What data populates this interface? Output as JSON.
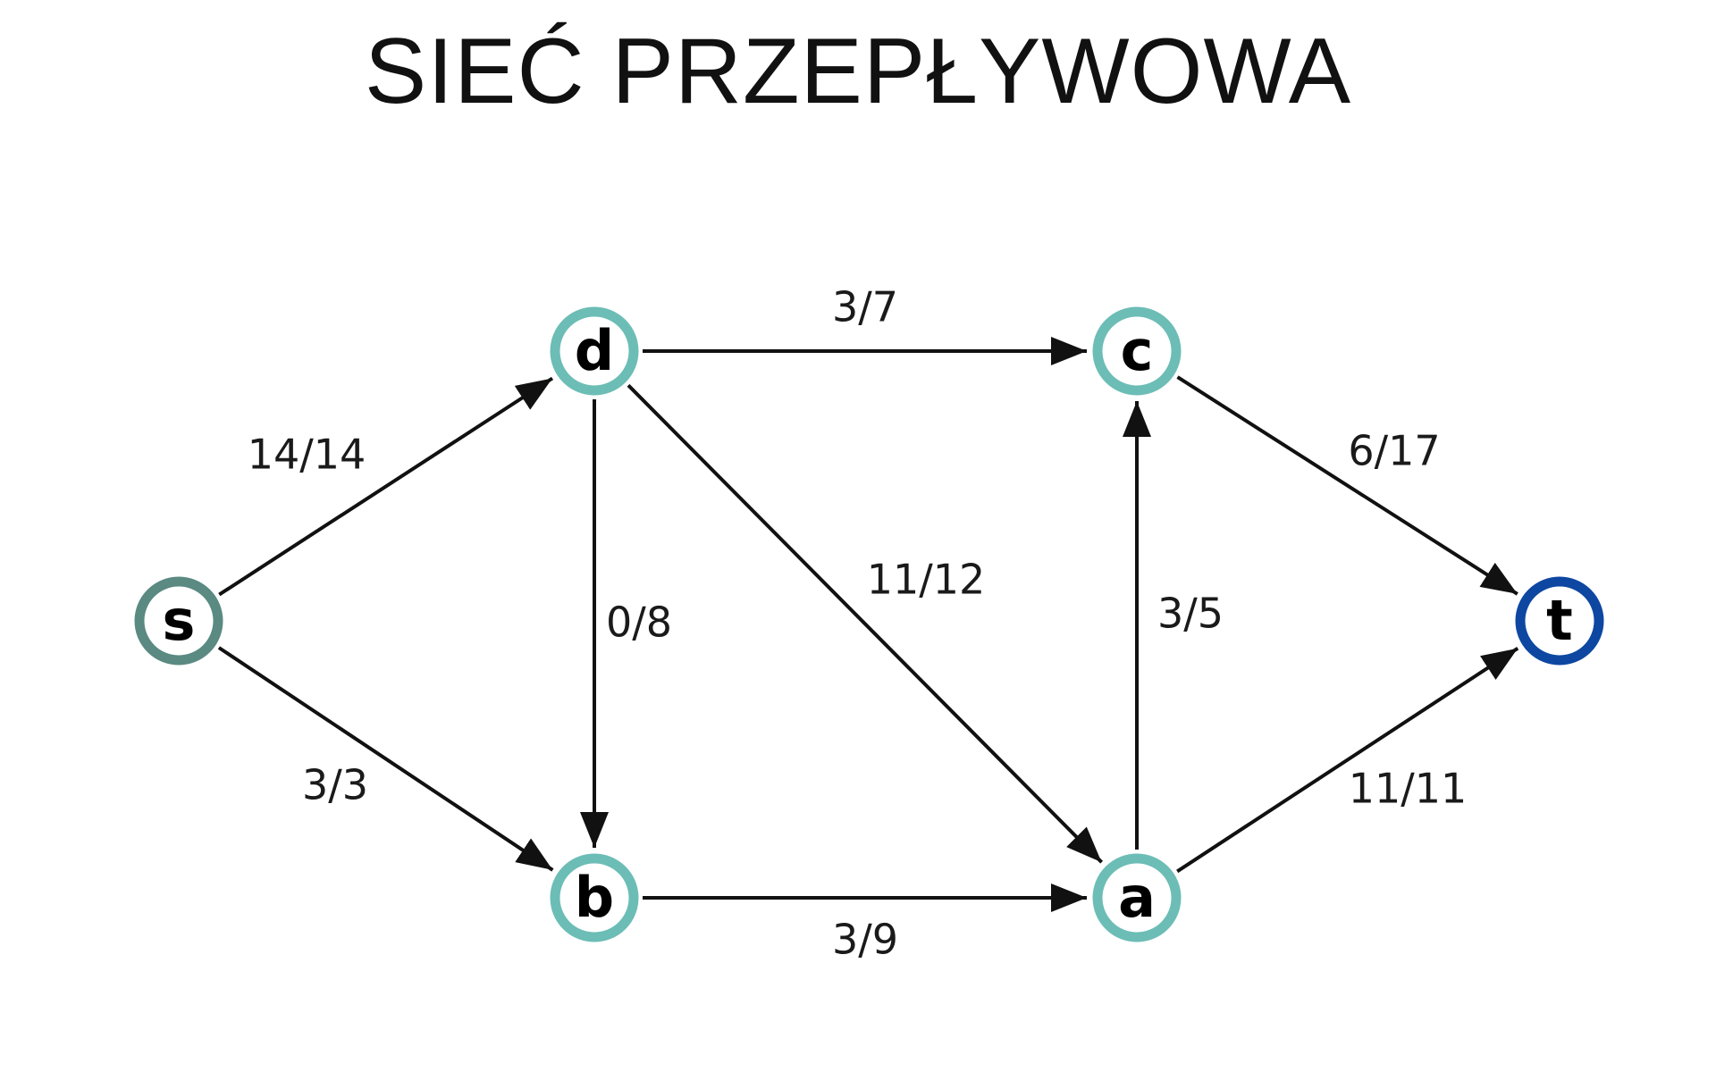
{
  "title": "SIEĆ PRZEPŁYWOWA",
  "colors": {
    "source": "#5a8a82",
    "inner": "#6cbdb6",
    "sink": "#0d47a1",
    "edge": "#111111"
  },
  "nodes": [
    {
      "id": "s",
      "label": "s",
      "role": "source"
    },
    {
      "id": "d",
      "label": "d",
      "role": "inner"
    },
    {
      "id": "c",
      "label": "c",
      "role": "inner"
    },
    {
      "id": "b",
      "label": "b",
      "role": "inner"
    },
    {
      "id": "a",
      "label": "a",
      "role": "inner"
    },
    {
      "id": "t",
      "label": "t",
      "role": "sink"
    }
  ],
  "edges": [
    {
      "id": "s-d",
      "from": "s",
      "to": "d",
      "label": "14/14"
    },
    {
      "id": "s-b",
      "from": "s",
      "to": "b",
      "label": "3/3"
    },
    {
      "id": "d-c",
      "from": "d",
      "to": "c",
      "label": "3/7"
    },
    {
      "id": "d-b",
      "from": "d",
      "to": "b",
      "label": "0/8"
    },
    {
      "id": "d-a",
      "from": "d",
      "to": "a",
      "label": "11/12"
    },
    {
      "id": "b-a",
      "from": "b",
      "to": "a",
      "label": "3/9"
    },
    {
      "id": "a-c",
      "from": "a",
      "to": "c",
      "label": "3/5"
    },
    {
      "id": "c-t",
      "from": "c",
      "to": "t",
      "label": "6/17"
    },
    {
      "id": "a-t",
      "from": "a",
      "to": "t",
      "label": "11/11"
    }
  ]
}
